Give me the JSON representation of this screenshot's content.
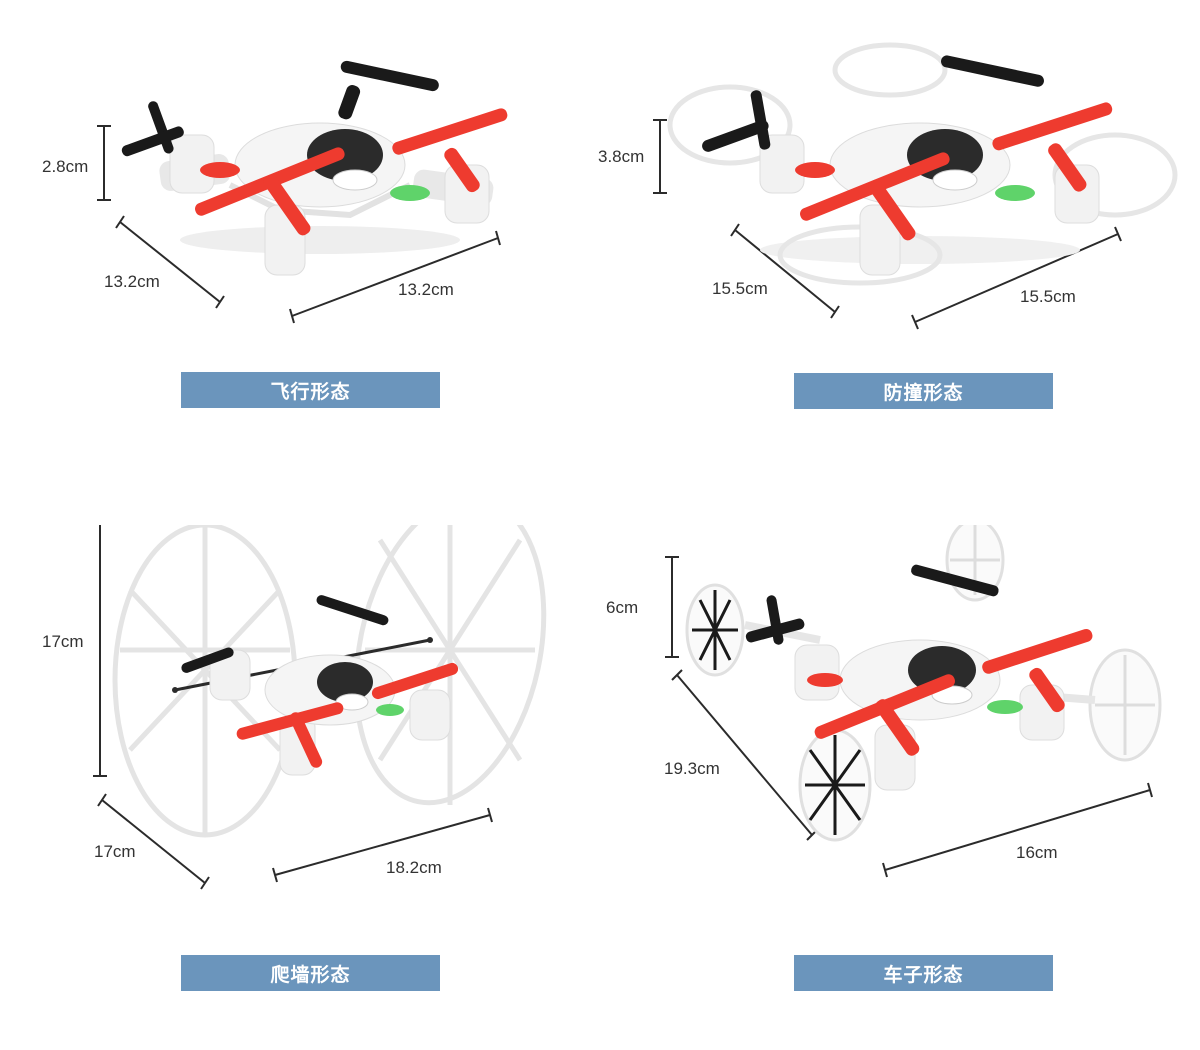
{
  "panels": [
    {
      "mode_label": "飞行形态",
      "dims": {
        "height": "2.8cm",
        "depth": "13.2cm",
        "width": "13.2cm"
      }
    },
    {
      "mode_label": "防撞形态",
      "dims": {
        "height": "3.8cm",
        "depth": "15.5cm",
        "width": "15.5cm"
      }
    },
    {
      "mode_label": "爬墙形态",
      "dims": {
        "height": "17cm",
        "depth": "17cm",
        "width": "18.2cm"
      }
    },
    {
      "mode_label": "车子形态",
      "dims": {
        "height": "6cm",
        "depth": "19.3cm",
        "width": "16cm"
      }
    }
  ],
  "colors": {
    "badge_bg": "#6b95bc",
    "propeller_red": "#ee3b2f",
    "propeller_black": "#1a1a1a",
    "body_white": "#f4f4f4",
    "accent_green": "#5fd36a",
    "dimension_line": "#2b2b2b"
  }
}
